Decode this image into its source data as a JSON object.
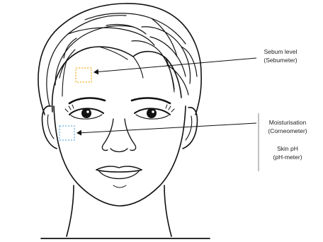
{
  "diagram": {
    "measurements": [
      {
        "id": "sebum",
        "line1": "Sebum level",
        "line2": "(Sebumeter)",
        "marker_color": "#f0b22e"
      },
      {
        "id": "moisture",
        "line1": "Moisturisation",
        "line2": "(Corneometer)",
        "marker_color": "#6fb0dc"
      },
      {
        "id": "ph",
        "line1": "Skin pH",
        "line2": "(pH-meter)"
      }
    ],
    "colors": {
      "ink": "#111111",
      "bracket": "#999999"
    }
  }
}
